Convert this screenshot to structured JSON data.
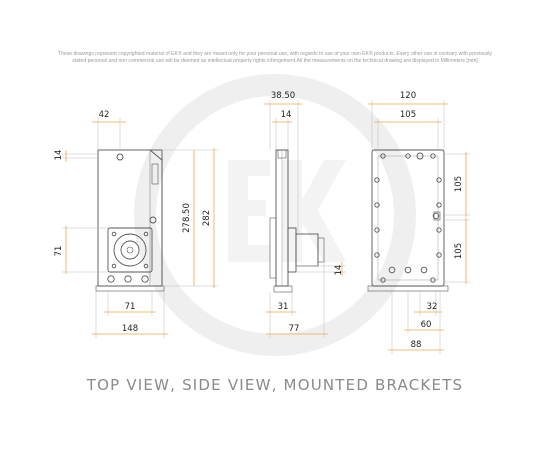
{
  "disclaimer": {
    "line1": "These drawings represent copyrighted material of EK® and they are meant only for your personal use, with regards to use of your own EK® products. Every other use in contrary with previously",
    "line2": "stated personal and non commercial use will be deemed as intellectual property rights infringement.All the measurements on the technical drawing are displayed in Millimeters [mm]"
  },
  "caption": "TOP VIEW, SIDE VIEW, MOUNTED BRACKETS",
  "colors": {
    "dimension_line": "#f0a64a",
    "outline": "#555555",
    "watermark": "#eeeeee",
    "caption": "#8a8a8a"
  },
  "top_view": {
    "dim_top": "42",
    "dim_left_small": "14",
    "dim_left_port": "71",
    "dim_height_inner": "278.50",
    "dim_height_outer": "282",
    "dim_bottom_inner": "71",
    "dim_bottom_outer": "148"
  },
  "side_view": {
    "dim_top_outer": "38.50",
    "dim_top_inner": "14",
    "dim_right_small": "14",
    "dim_bottom_inner": "31",
    "dim_bottom_outer": "77"
  },
  "brackets_view": {
    "dim_top_outer": "120",
    "dim_top_inner": "105",
    "dim_right_upper": "105",
    "dim_right_lower": "105",
    "dim_bottom_small": "32",
    "dim_bottom_mid": "60",
    "dim_bottom_outer": "88"
  }
}
